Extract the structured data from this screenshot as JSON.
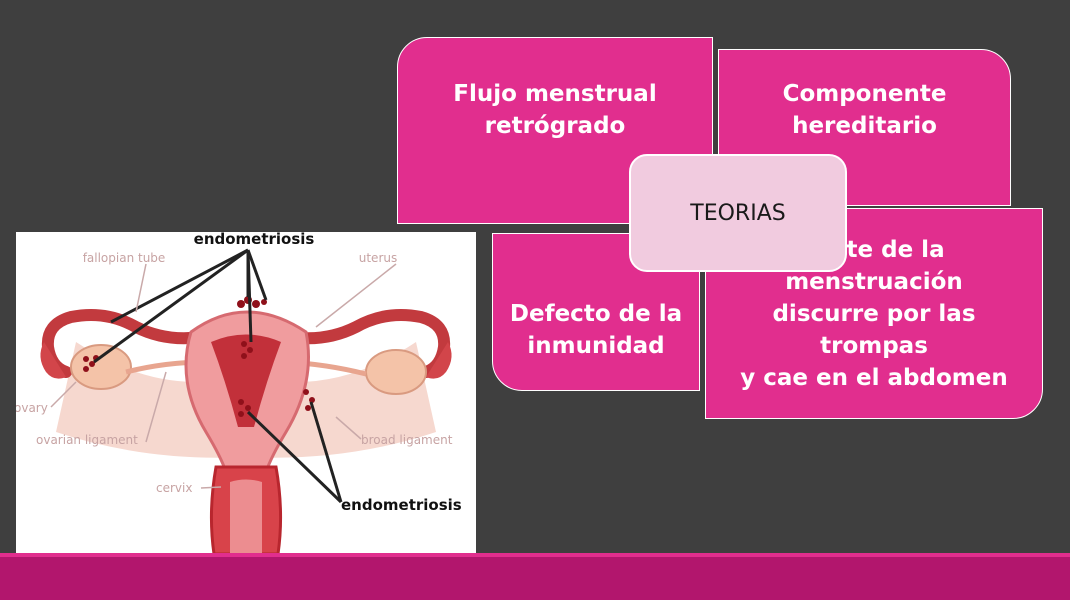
{
  "slide": {
    "center_label": "TEORIAS",
    "cards": [
      {
        "line1": "Flujo menstrual",
        "line2": "retrógrado"
      },
      {
        "line1": "Componente",
        "line2": "hereditario"
      },
      {
        "line1": "Defecto de la",
        "line2": "inmunidad"
      },
      {
        "line1": "Parte de la menstruación",
        "line2": "discurre por las trompas",
        "line3": "y cae en el abdomen"
      }
    ]
  },
  "diagram": {
    "labels": {
      "endometriosis_top": "endometriosis",
      "fallopian_tube": "fallopian tube",
      "uterus": "uterus",
      "ovary": "ovary",
      "ovarian_ligament": "ovarian ligament",
      "broad_ligament": "broad ligament",
      "cervix": "cervix",
      "endometriosis_bottom": "endometriosis"
    }
  },
  "colors": {
    "background": "#3f3f3f",
    "card": "#e12e8e",
    "center_box": "#f1cbdf",
    "footer": "#b2166d"
  }
}
